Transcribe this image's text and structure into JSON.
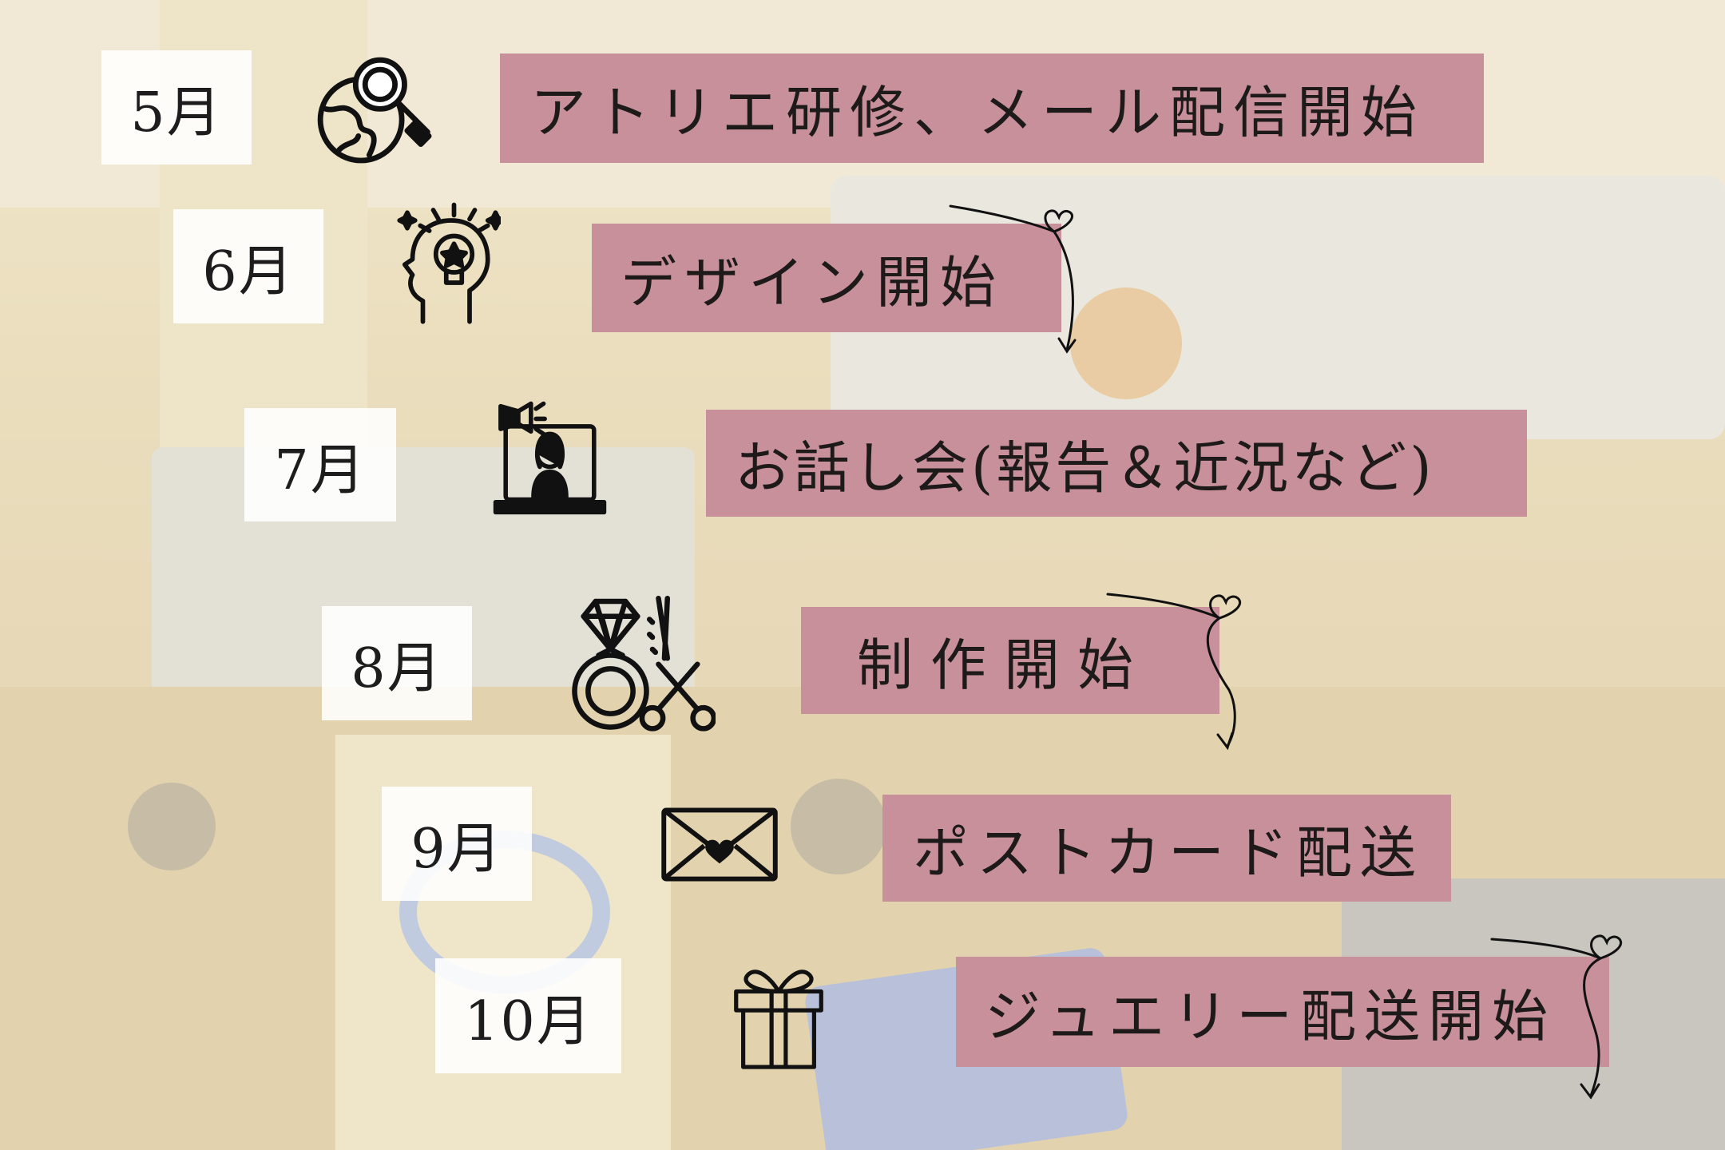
{
  "schedule": [
    {
      "month": "5月",
      "icon": "globe-magnifier-icon",
      "label": "アトリエ研修、メール配信開始"
    },
    {
      "month": "6月",
      "icon": "head-lightbulb-star-icon",
      "label": "デザイン開始"
    },
    {
      "month": "7月",
      "icon": "megaphone-laptop-person-icon",
      "label": "お話し会(報告＆近況など)"
    },
    {
      "month": "8月",
      "icon": "diamond-ring-scissors-icon",
      "label": "制作開始"
    },
    {
      "month": "9月",
      "icon": "envelope-heart-icon",
      "label": "ポストカード配送"
    },
    {
      "month": "10月",
      "icon": "gift-box-icon",
      "label": "ジュエリー配送開始"
    }
  ],
  "colors": {
    "label_background": "#c7909b",
    "month_background": "#ffffff",
    "text": "#1e1a1a"
  }
}
